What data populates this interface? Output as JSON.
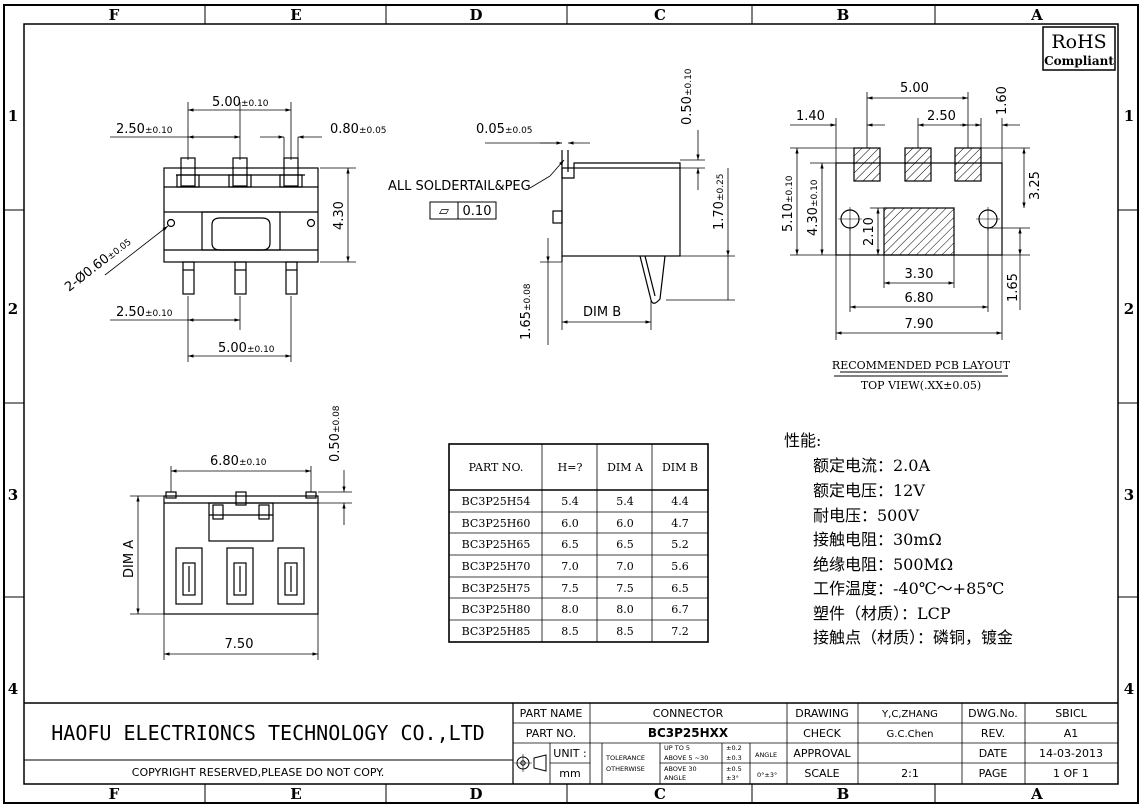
{
  "border_letters": [
    "F",
    "E",
    "D",
    "C",
    "B",
    "A"
  ],
  "border_numbers": [
    "1",
    "2",
    "3",
    "4"
  ],
  "rohs": {
    "line1": "RoHS",
    "line2": "Compliant"
  },
  "front_view": {
    "pitch": "5.00",
    "pitch_tol": "±0.10",
    "pin_offset": "2.50",
    "pin_offset_tol": "±0.10",
    "pin_width": "0.80",
    "pin_width_tol": "±0.05",
    "height": "4.30",
    "hole": "2-Ø0.60",
    "hole_tol": "±0.05",
    "bottom_offset": "2.50",
    "bottom_offset_tol": "±0.10",
    "bottom_pitch": "5.00",
    "bottom_pitch_tol": "±0.10"
  },
  "side_view": {
    "tail_thickness": "0.05",
    "tail_tol": "±0.05",
    "top_dim": "0.50",
    "top_tol": "±0.10",
    "peg_height": "1.70",
    "peg_tol": "±0.25",
    "bottom_dim": "1.65",
    "bottom_tol": "±0.08",
    "callout": "ALL SOLDERTAIL&PEG",
    "flatness_symbol": "▱",
    "flatness": "0.10",
    "dim_b": "DIM  B"
  },
  "pcb_layout": {
    "pitch": "5.00",
    "half_pitch": "2.50",
    "left": "1.40",
    "right": "1.60",
    "outer_h": "5.10",
    "outer_h_tol": "±0.10",
    "inner_h": "4.30",
    "inner_h_tol": "±0.10",
    "pad_h": "2.10",
    "right_h": "3.25",
    "center_w": "3.30",
    "mid_w": "6.80",
    "total_w": "7.90",
    "bottom_h": "1.65",
    "title": "RECOMMENDED  PCB  LAYOUT",
    "subtitle": "TOP  VIEW(.XX±0.05)"
  },
  "bottom_view": {
    "width": "6.80",
    "width_tol": "±0.10",
    "top_dim": "0.50",
    "top_tol": "±0.08",
    "dim_a": "DIM  A",
    "overall": "7.50"
  },
  "table": {
    "headers": [
      "PART NO.",
      "H=?",
      "DIM A",
      "DIM B"
    ],
    "rows": [
      [
        "BC3P25H54",
        "5.4",
        "5.4",
        "4.4"
      ],
      [
        "BC3P25H60",
        "6.0",
        "6.0",
        "4.7"
      ],
      [
        "BC3P25H65",
        "6.5",
        "6.5",
        "5.2"
      ],
      [
        "BC3P25H70",
        "7.0",
        "7.0",
        "5.6"
      ],
      [
        "BC3P25H75",
        "7.5",
        "7.5",
        "6.5"
      ],
      [
        "BC3P25H80",
        "8.0",
        "8.0",
        "6.7"
      ],
      [
        "BC3P25H85",
        "8.5",
        "8.5",
        "7.2"
      ]
    ]
  },
  "specs": {
    "title": "性能:",
    "lines": [
      "额定电流：2.0A",
      "额定电压：12V",
      "耐电压：500V",
      "接触电阻：30mΩ",
      "绝缘电阻：500MΩ",
      "工作温度：-40℃～+85℃",
      "塑件（材质）：LCP",
      "接触点（材质）：磷铜，镀金"
    ]
  },
  "title_block": {
    "company": "HAOFU  ELECTRIONCS  TECHNOLOGY  CO.,LTD",
    "copyright": "COPYRIGHT  RESERVED,PLEASE  DO  NOT  COPY.",
    "part_name_label": "PART  NAME",
    "part_name": "CONNECTOR",
    "part_no_label": "PART  NO.",
    "part_no": "BC3P25HXX",
    "unit_label": "UNIT :",
    "unit": "mm",
    "tolerance_label": "TOLERANCE",
    "otherwise_label": "OTHERWISE",
    "tol_rows": [
      {
        "range": "UP TO 5",
        "value": "±0.2"
      },
      {
        "range": "ABOVE 5 ~30",
        "value": "±0.3"
      },
      {
        "range": "ABOVE 30",
        "value": "±0.5"
      },
      {
        "range": "ANGLE",
        "value": "±3°"
      }
    ],
    "angle_label": "ANGLE",
    "angle_value": "0°±3°",
    "drawing_label": "DRAWING",
    "drawing": "Y,C,ZHANG",
    "check_label": "CHECK",
    "check": "G.C.Chen",
    "approval_label": "APPROVAL",
    "approval": "",
    "scale_label": "SCALE",
    "scale": "2:1",
    "dwg_label": "DWG.No.",
    "dwg": "SBICL",
    "rev_label": "REV.",
    "rev": "A1",
    "date_label": "DATE",
    "date": "14-03-2013",
    "page_label": "PAGE",
    "page": "1  OF  1"
  }
}
